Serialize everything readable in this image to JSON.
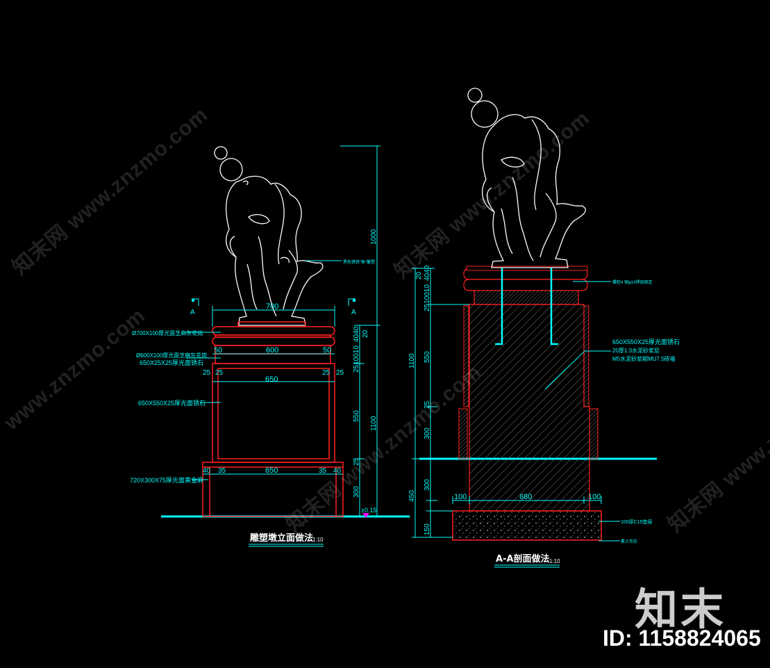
{
  "colors": {
    "cyan": "#00ffff",
    "red": "#ff2020",
    "white": "#ffffff",
    "bg": "#000000"
  },
  "watermark": {
    "site": "www.znzmo.com",
    "brand": "知末网",
    "logo": "知末",
    "id": "ID: 1158824065"
  },
  "left_view": {
    "title": "雕塑墩立面做法",
    "scale": "1:10",
    "section_marks": [
      "A",
      "A"
    ],
    "dims": {
      "width_700": "700",
      "width_600": "600",
      "width_650": "650",
      "width_650_base": "650",
      "d50a": "50",
      "d50b": "50",
      "d25a": "25",
      "d25b": "25",
      "d25c": "25",
      "d25d": "25",
      "d40a": "40",
      "d40b": "40",
      "d35a": "35",
      "d35b": "35",
      "h1000": "1000",
      "h1100": "1100",
      "h550": "550",
      "h300": "300",
      "h25": "25",
      "h2510010": "2510010",
      "h40_40": "4040",
      "h20": "20",
      "level": "±0.15"
    },
    "labels": {
      "fish": "黑色锈铁“鱼”雕塑",
      "cap700": "Ø700X100厚光面芝麻灰花岗",
      "cap600": "Ø600X100厚光面芝麻灰花岗",
      "band": "650X25X25厚光面锈石",
      "body": "650X550X25厚光面锈石",
      "base": "720X300X75厚光面黄金麻"
    }
  },
  "right_view": {
    "title": "A-A剖面做法",
    "scale": "1:10",
    "dims": {
      "d100a": "100",
      "d680": "680",
      "d100b": "100",
      "h1100": "1100",
      "h550": "550",
      "h25": "25",
      "h300a": "300",
      "h300b": "300",
      "h450": "450",
      "h150": "150",
      "h_top": "2510010",
      "h_top2": "4040",
      "h_top3": "20"
    },
    "labels": {
      "anchor": "螺栓4 钢φ14焊接固定",
      "stone": "650X550X25厚光面锈石",
      "mortar": "20厚1:3水泥砂浆层",
      "brick": "M5水泥砂浆砌MU7.5砖墙",
      "c15": "100厚C15垫层",
      "soil": "素土夯实"
    }
  }
}
